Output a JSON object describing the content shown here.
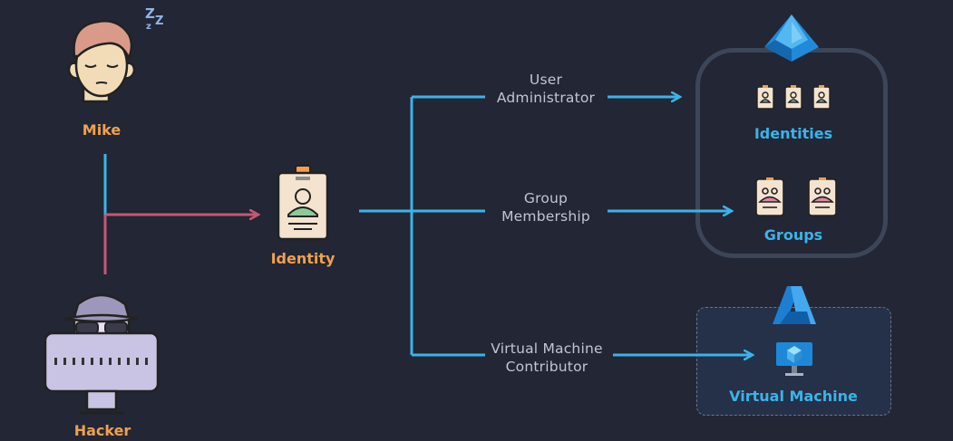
{
  "actors": {
    "mike": "Mike",
    "hacker": "Hacker",
    "identity": "Identity"
  },
  "edges": {
    "user_admin": [
      "User",
      "Administrator"
    ],
    "group_membership": [
      "Group",
      "Membership"
    ],
    "vm_contributor": [
      "Virtual Machine",
      "Contributor"
    ]
  },
  "targets": {
    "identities": "Identities",
    "groups": "Groups",
    "virtual_machine": "Virtual Machine"
  },
  "icons": [
    "sleeping-person-icon",
    "zzz-icon",
    "hacker-icon",
    "id-badge-icon",
    "entra-id-icon",
    "azure-icon",
    "virtual-machine-icon"
  ],
  "colors": {
    "background": "#232634",
    "blue_line": "#39b4ea",
    "red_line": "#c25a72",
    "orange_label": "#f0a04e",
    "blue_label": "#39b4ea"
  }
}
